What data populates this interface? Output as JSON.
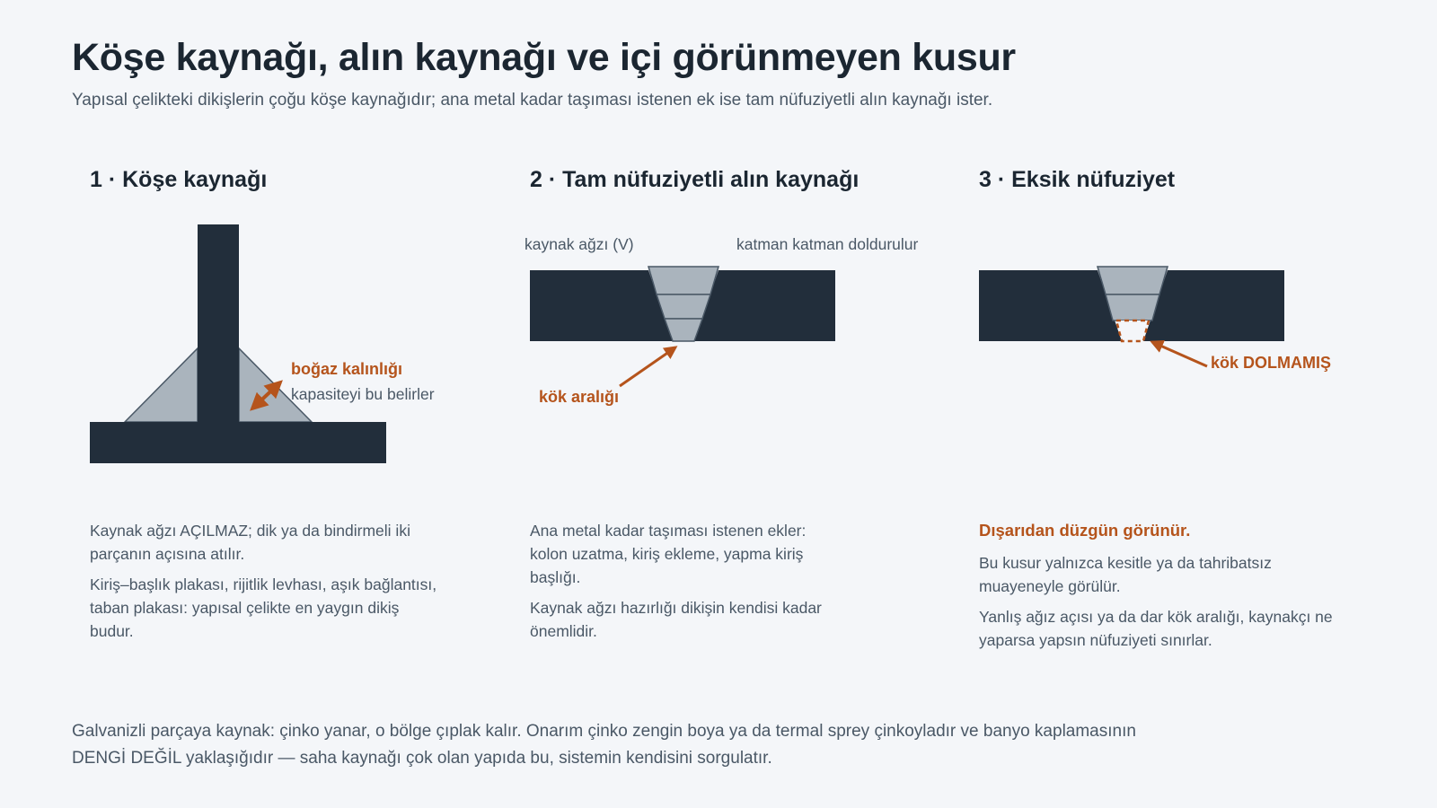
{
  "header": {
    "title": "Köşe kaynağı, alın kaynağı ve içi görünmeyen kusur",
    "subtitle": "Yapısal çelikteki dikişlerin çoğu köşe kaynağıdır; ana metal kadar taşıması istenen ek ise tam nüfuziyetli alın kaynağı ister."
  },
  "colors": {
    "steel": "#222e3b",
    "weld": "#aab4bd",
    "accent": "#b5541c",
    "text": "#4a5866"
  },
  "panels": [
    {
      "title": "1 · Köşe kaynağı",
      "labels": {
        "throat": "boğaz kalınlığı",
        "throat_note": "kapasiteyi bu belirler"
      },
      "description": [
        "Kaynak ağzı AÇILMAZ; dik ya da bindirmeli iki parçanın açısına atılır.",
        "Kiriş–başlık plakası, rijitlik levhası, aşık bağlantısı, taban plakası: yapısal çelikte en yaygın dikiş budur."
      ]
    },
    {
      "title": "2 · Tam nüfuziyetli alın kaynağı",
      "labels": {
        "groove": "kaynak ağzı (V)",
        "layers": "katman katman doldurulur",
        "root_gap": "kök aralığı"
      },
      "description": [
        "Ana metal kadar taşıması istenen ekler: kolon uzatma, kiriş ekleme, yapma kiriş başlığı.",
        "Kaynak ağzı hazırlığı dikişin kendisi kadar önemlidir."
      ]
    },
    {
      "title": "3 · Eksik nüfuziyet",
      "labels": {
        "root_unfilled": "kök DOLMAMIŞ"
      },
      "warning": "Dışarıdan düzgün görünür.",
      "description": [
        "Bu kusur yalnızca kesitle ya da tahribatsız muayeneyle görülür.",
        "Yanlış ağız açısı ya da dar kök aralığı, kaynakçı ne yaparsa yapsın nüfuziyeti sınırlar."
      ]
    }
  ],
  "footer": "Galvanizli parçaya kaynak: çinko yanar, o bölge çıplak kalır. Onarım çinko zengin boya ya da termal sprey çinkoyladır ve banyo kaplamasının DENGİ DEĞİL yaklaşığıdır — saha kaynağı çok olan yapıda bu, sistemin kendisini sorgulatır."
}
